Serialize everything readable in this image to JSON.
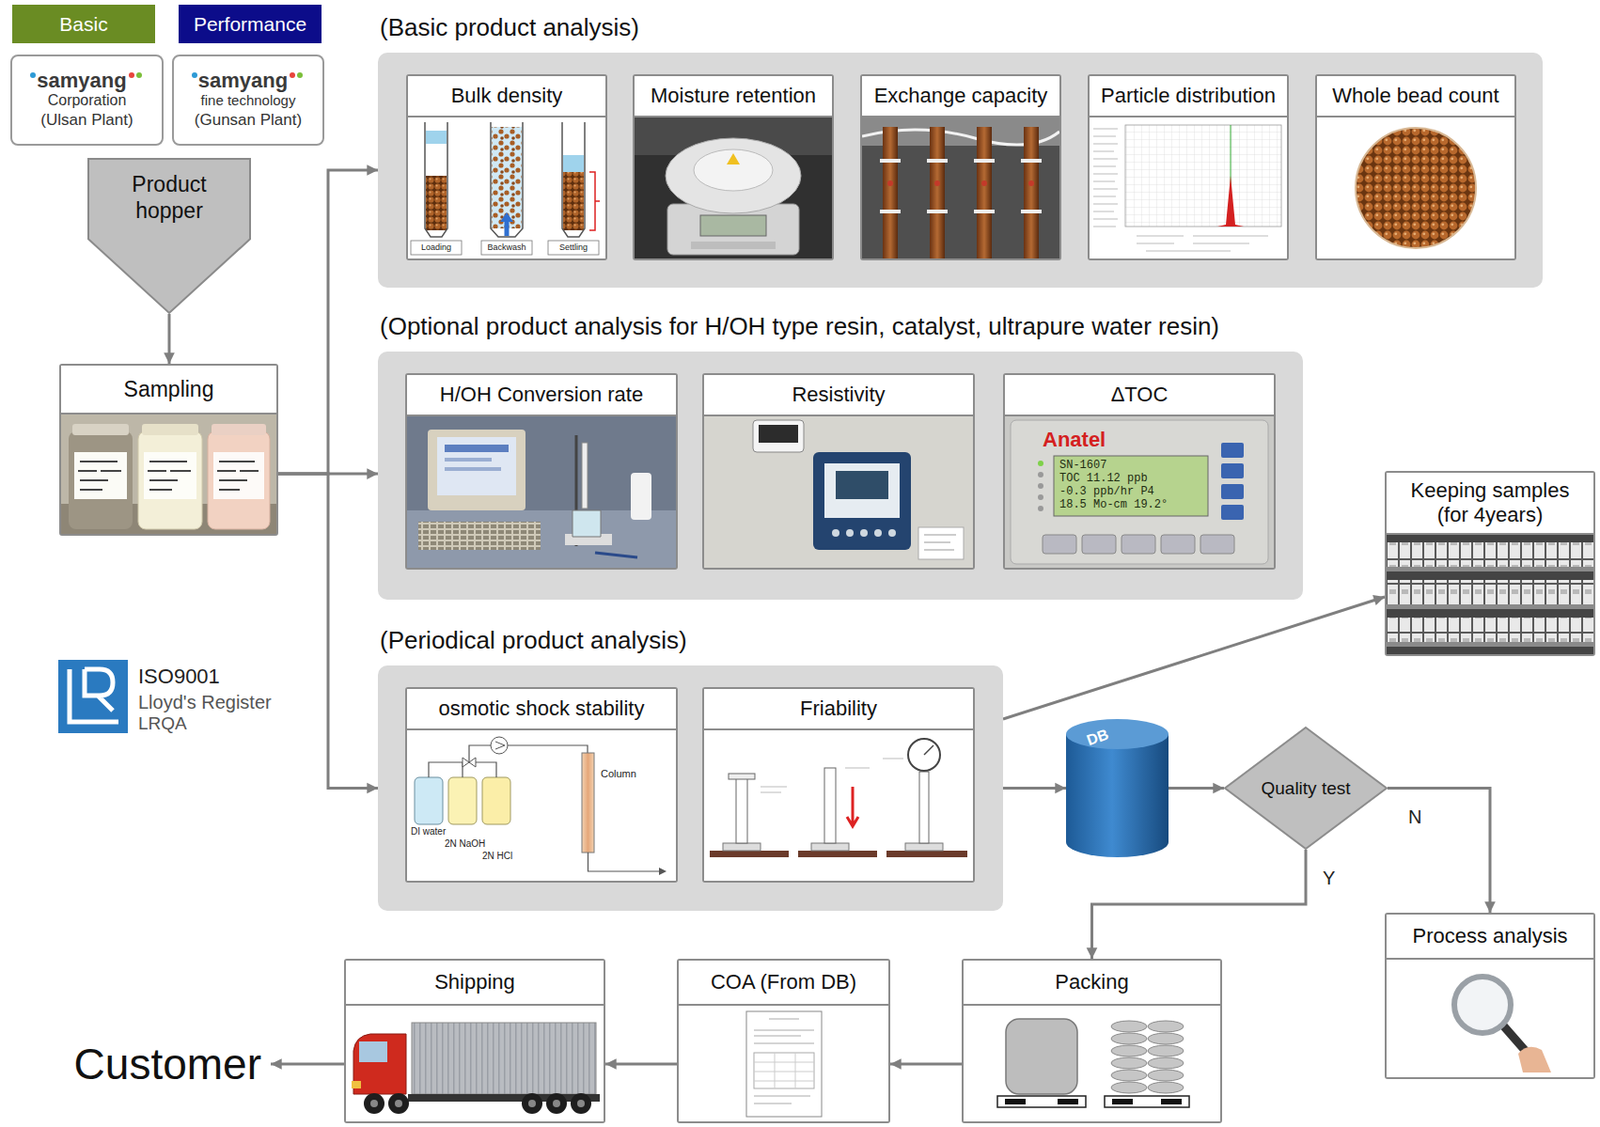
{
  "diagram": {
    "nodes": [
      {
        "text": [
          "Basic"
        ]
      },
      {
        "text": [
          "Performance"
        ]
      },
      {
        "text": [
          "samyang",
          "Corporation",
          "(Ulsan Plant)"
        ]
      },
      {
        "text": [
          "samyang",
          "fine technology",
          "(Gunsan Plant)"
        ]
      },
      {
        "text": [
          "Product hopper"
        ]
      },
      {
        "text": [
          "Sampling"
        ]
      },
      {
        "text": [
          "(Basic product analysis)"
        ]
      },
      {
        "text": [
          "Bulk density"
        ],
        "in": 6
      },
      {
        "text": [
          "Moisture retention"
        ],
        "in": 6
      },
      {
        "text": [
          "Exchange capacity"
        ],
        "in": 6
      },
      {
        "text": [
          "Particle distribution"
        ],
        "in": 6
      },
      {
        "text": [
          "Whole bead count"
        ],
        "in": 6
      },
      {
        "text": [
          "(Optional product analysis for H/OH type resin, catalyst, ultrapure water resin)"
        ]
      },
      {
        "text": [
          "H/OH Conversion rate"
        ],
        "in": 12
      },
      {
        "text": [
          "Resistivity"
        ],
        "in": 12
      },
      {
        "text": [
          "ΔTOC"
        ],
        "in": 12
      },
      {
        "text": [
          "Keeping samples (for 4years)"
        ]
      },
      {
        "text": [
          "(Periodical product analysis)"
        ]
      },
      {
        "text": [
          "osmotic shock stability"
        ],
        "in": 17
      },
      {
        "text": [
          "Friability"
        ],
        "in": 17
      },
      {
        "text": [
          "DB"
        ]
      },
      {
        "text": [
          "Quality test"
        ]
      },
      {
        "text": [
          "Process analysis"
        ]
      },
      {
        "text": [
          "Packing"
        ]
      },
      {
        "text": [
          "COA (From DB)"
        ]
      },
      {
        "text": [
          "Shipping"
        ]
      },
      {
        "text": [
          "Customer"
        ]
      }
    ],
    "edges": [
      {
        "from": 4,
        "to": 5,
        "arrow": "to"
      },
      {
        "from": 5,
        "to": 6,
        "arrow": "to"
      },
      {
        "from": 5,
        "to": 12,
        "arrow": "to"
      },
      {
        "from": 5,
        "to": 17,
        "arrow": "to"
      },
      {
        "from": 17,
        "to": 16,
        "arrow": "to"
      },
      {
        "from": 17,
        "to": 20,
        "arrow": "to"
      },
      {
        "from": 20,
        "to": 21,
        "arrow": "to"
      },
      {
        "from": 21,
        "to": 22,
        "label": "N",
        "arrow": "to"
      },
      {
        "from": 21,
        "to": 23,
        "label": "Y",
        "arrow": "to"
      },
      {
        "from": 23,
        "to": 24,
        "arrow": "to"
      },
      {
        "from": 24,
        "to": 25,
        "arrow": "to"
      },
      {
        "from": 25,
        "to": 26,
        "arrow": "to"
      }
    ],
    "labels": [
      "Loading",
      "Backwash",
      "Settling",
      "Anatel",
      "SN-1607",
      "TOC 11.12 ppb",
      "-0.3 ppb/hr P4",
      "18.5 Mo-cm 19.2°",
      "ISO9001",
      "Lloyd's Register",
      "LRQA",
      "DI water",
      "2N NaOH",
      "2N HCl",
      "Column"
    ]
  }
}
